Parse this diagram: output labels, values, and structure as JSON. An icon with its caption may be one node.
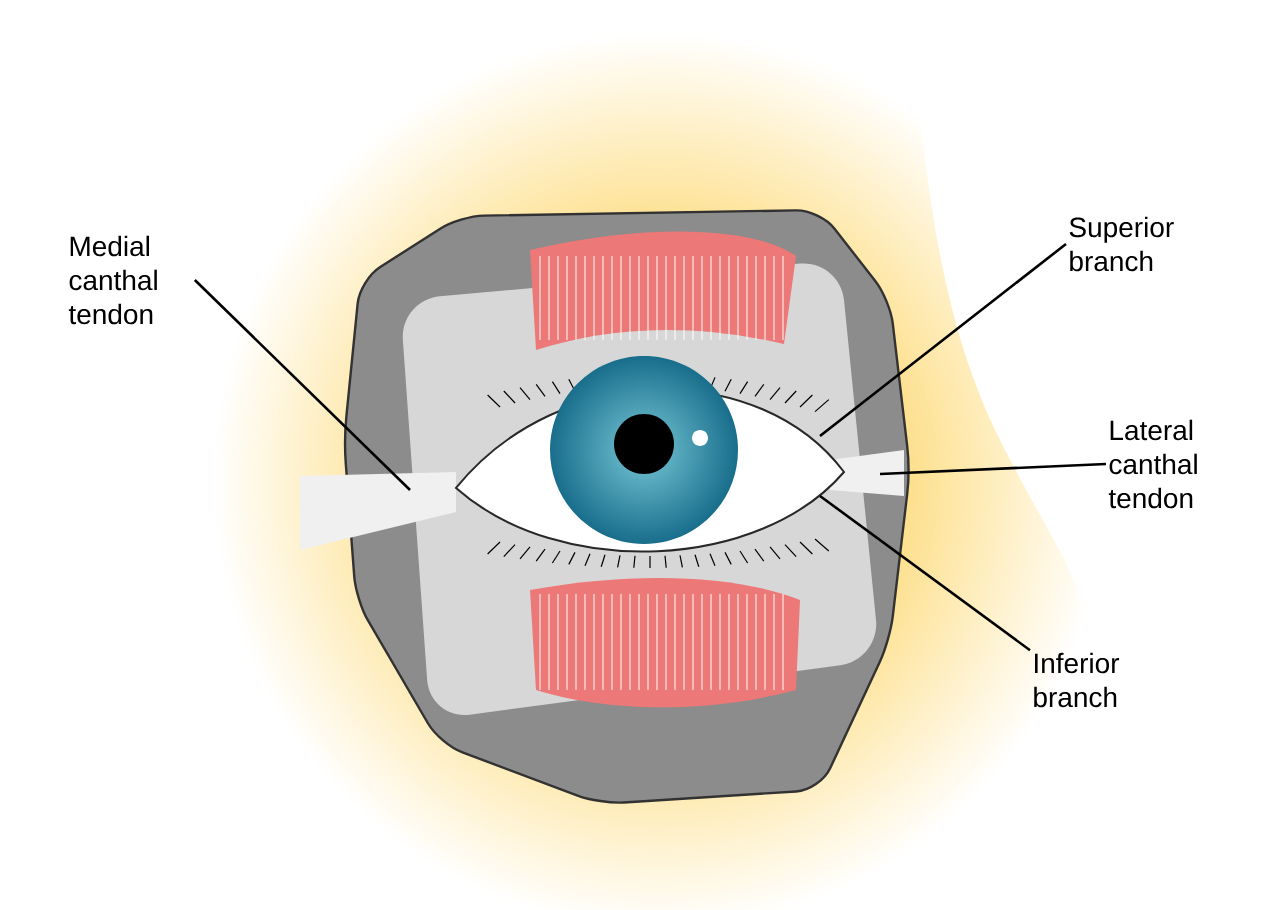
{
  "diagram": {
    "nodes": [
      {
        "text": [
          "Medial canthal tendon"
        ]
      },
      {
        "text": [
          "Superior branch"
        ]
      },
      {
        "text": [
          "Lateral canthal tendon"
        ]
      },
      {
        "text": [
          "Inferior branch"
        ]
      }
    ],
    "edges": [
      {
        "from": 0,
        "to": null,
        "arrow": "none"
      },
      {
        "from": 1,
        "to": null,
        "arrow": "none"
      },
      {
        "from": 2,
        "to": null,
        "arrow": "none"
      },
      {
        "from": 3,
        "to": null,
        "arrow": "none"
      }
    ]
  }
}
